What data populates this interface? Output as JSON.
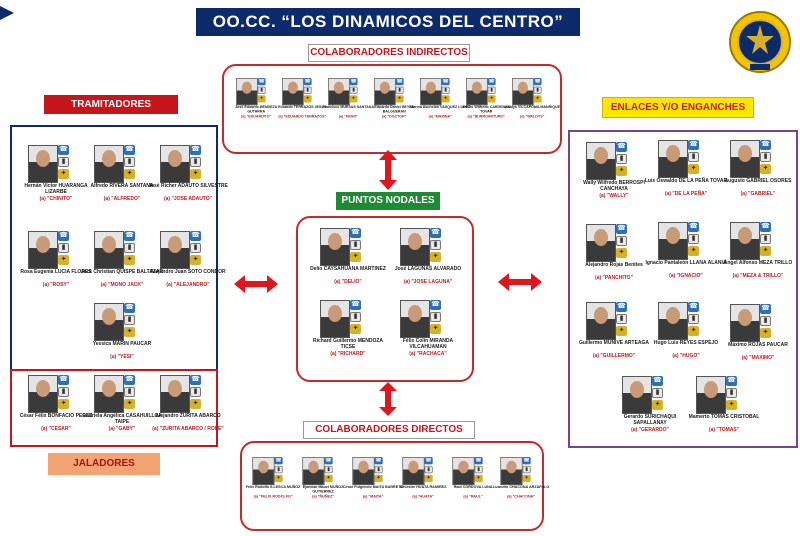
{
  "title": "OO.CC. “LOS DINAMICOS DEL CENTRO”",
  "sections": {
    "indirectos": "COLABORADORES INDIRECTOS",
    "tramitadores": "TRAMITADORES",
    "enlaces": "ENLACES Y/O ENGANCHES",
    "nodales": "PUNTOS NODALES",
    "directos": "COLABORADORES DIRECTOS",
    "jaladores": "JALADORES"
  },
  "colors": {
    "red": "#c6161c",
    "navy": "#0d2a6b",
    "green": "#1e8a34",
    "yellow": "#ffe600",
    "purple": "#7a3f97",
    "orange": "#f4a373"
  },
  "groups": {
    "indirectos": [
      {
        "name": "José Eduardo BENDEZU GUTARRA",
        "alias": "(a) \"EDUARDITO\""
      },
      {
        "name": "Eduardo TERRAZOS JESUS",
        "alias": "(a) \"EDUARDO TERRAZOS\""
      },
      {
        "name": "Francisco MUESAS SANTANA",
        "alias": "(a) \"FRAN\""
      },
      {
        "name": "Eduardo Daniel REYES BALGUERAN",
        "alias": "(a) \"DOCTOR\""
      },
      {
        "name": "Marina Asunción VASQUEZ LOPEZ",
        "alias": "(a) \"MARINA\""
      },
      {
        "name": "Arturo Wilfredo CARDENAS TOVAR",
        "alias": "(a) \"BURROARTURO\""
      },
      {
        "name": "Waldys VILCAPOMA MANRIQUE",
        "alias": "(a) \"WALDYS\""
      }
    ],
    "tramitadores": [
      {
        "name": "Hernán Víctor HUARANGA LIZARBE",
        "alias": "(a) \"CHINITO\""
      },
      {
        "name": "Alfredo RIVERA SANTANA",
        "alias": "(a) \"ALFREDO\""
      },
      {
        "name": "José Richer ADAUTO SILVESTRE",
        "alias": "(a) \"JOSE ADAUTO\""
      },
      {
        "name": "Rosa Eugenia LUCIA FLORES",
        "alias": "(a) \"ROSY\""
      },
      {
        "name": "Jack Christian QUISPE BALTAZAR",
        "alias": "(a) \"MONO JACK\""
      },
      {
        "name": "Alejandro Juan SOTO CONDOR",
        "alias": "(a) \"ALEJANDRO\""
      },
      {
        "name": "Yessica MARIN PAUCAR",
        "alias": "(a) \"YESI\""
      }
    ],
    "jaladores": [
      {
        "name": "César Félix BONFACIO PEREZ",
        "alias": "(a) \"CESAR\""
      },
      {
        "name": "Gabriela Angélica CASAHUILLCA TAIPE",
        "alias": "(a) \"GABY\""
      },
      {
        "name": "Alejandro ZURITA ABARCO",
        "alias": "(a) \"ZURITA ABARCO / ROPE\""
      }
    ],
    "nodales": [
      {
        "name": "Delio CAYSAHUANA MARTINEZ",
        "alias": "(a) \"DELIO\""
      },
      {
        "name": "José LAGUNAS ALVARADO",
        "alias": "(a) \"JOSE LAGUNA\""
      },
      {
        "name": "Richard Guillermo MENDOZA TICSE",
        "alias": "(a) \"RICHARD\""
      },
      {
        "name": "Félix Colin MIRANDA VILCAHUAMAN",
        "alias": "(a) \"RACHACA\""
      }
    ],
    "directos": [
      {
        "name": "Félix Rodolfo ILLESCA MUÑOZ",
        "alias": "(a) \"FELIX RODOLFO\""
      },
      {
        "name": "Ejambar Mauel MUÑOZ GUTIERREZ",
        "alias": "(a) \"ÑUÑEZ\""
      },
      {
        "name": "César Fulgencio MAITA BARRETO",
        "alias": "(a) \"MAITA\""
      },
      {
        "name": "Silvestre HUATA RAMIREZ",
        "alias": "(a) \"HUATA\""
      },
      {
        "name": "Raúl CORDOVA LUNA",
        "alias": "(a) \"RAUL\""
      },
      {
        "name": "Lizandro CHACONA ARZAPALO",
        "alias": "(a) \"CHACONA\""
      }
    ],
    "enlaces": [
      {
        "name": "Wally Wilfredo BERROSPI CANCHAYA",
        "alias": "(a) \"WALLY\""
      },
      {
        "name": "Luis Oswaldo DE LA PEÑA TOVAR",
        "alias": "(a) \"DE LA PEÑA\""
      },
      {
        "name": "Augusto GABRIEL OSORES",
        "alias": "(a) \"GABRIEL\""
      },
      {
        "name": "Alejandro Rojas Benites",
        "alias": "(a) \"PANCHITO\""
      },
      {
        "name": "Ignacio Pantaleón LLANA ALANIA",
        "alias": "(a) \"IGNACIO\""
      },
      {
        "name": "Ángel Alfonso MEZA TRILLO",
        "alias": "(a) \"MEZA & TRILLO\""
      },
      {
        "name": "Guillermo MUNIVE ARTEAGA",
        "alias": "(a) \"GUILLERMO\""
      },
      {
        "name": "Hugo Luis REYES ESPEJO",
        "alias": "(a) \"HUGO\""
      },
      {
        "name": "Máximo ROJAS PAUCAR",
        "alias": "(a) \"MAXIMO\""
      },
      {
        "name": "Gerardo SURICHAQUI SAPALLANAY",
        "alias": "(a) \"GERARDO\""
      },
      {
        "name": "Mamerto TOMAS CRISTOBAL",
        "alias": "(a) \"TOMAS\""
      }
    ]
  }
}
